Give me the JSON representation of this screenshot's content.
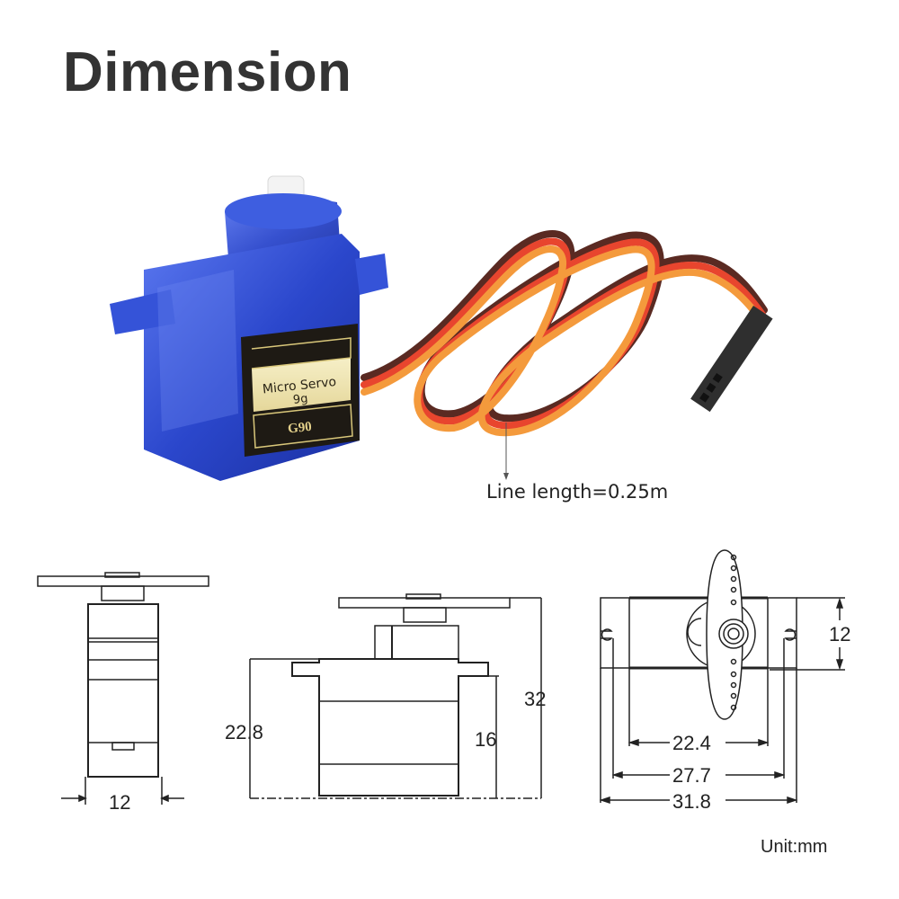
{
  "header": {
    "title": "Dimension"
  },
  "product": {
    "label_line1": "Micro Servo",
    "label_line2": "9g",
    "model": "G90",
    "line_length_label": "Line length=0.25m",
    "colors": {
      "body": "#2a45c8",
      "body_light": "#4d6bea",
      "label_bg": "#f2e9b8",
      "label_dark": "#1e1a14",
      "wire_brown": "#5a2a22",
      "wire_red": "#e8452e",
      "wire_orange": "#f49a3c",
      "connector": "#2f2f2f"
    }
  },
  "drawings": {
    "side_view": {
      "width_label": "12"
    },
    "front_view": {
      "body_height_label": "22.8",
      "bracket_height_label": "16",
      "total_height_label": "32"
    },
    "top_view": {
      "body_length_label": "22.4",
      "hole_spacing_label": "27.7",
      "total_length_label": "31.8",
      "depth_label": "12"
    }
  },
  "footer": {
    "unit_label": "Unit:mm"
  }
}
